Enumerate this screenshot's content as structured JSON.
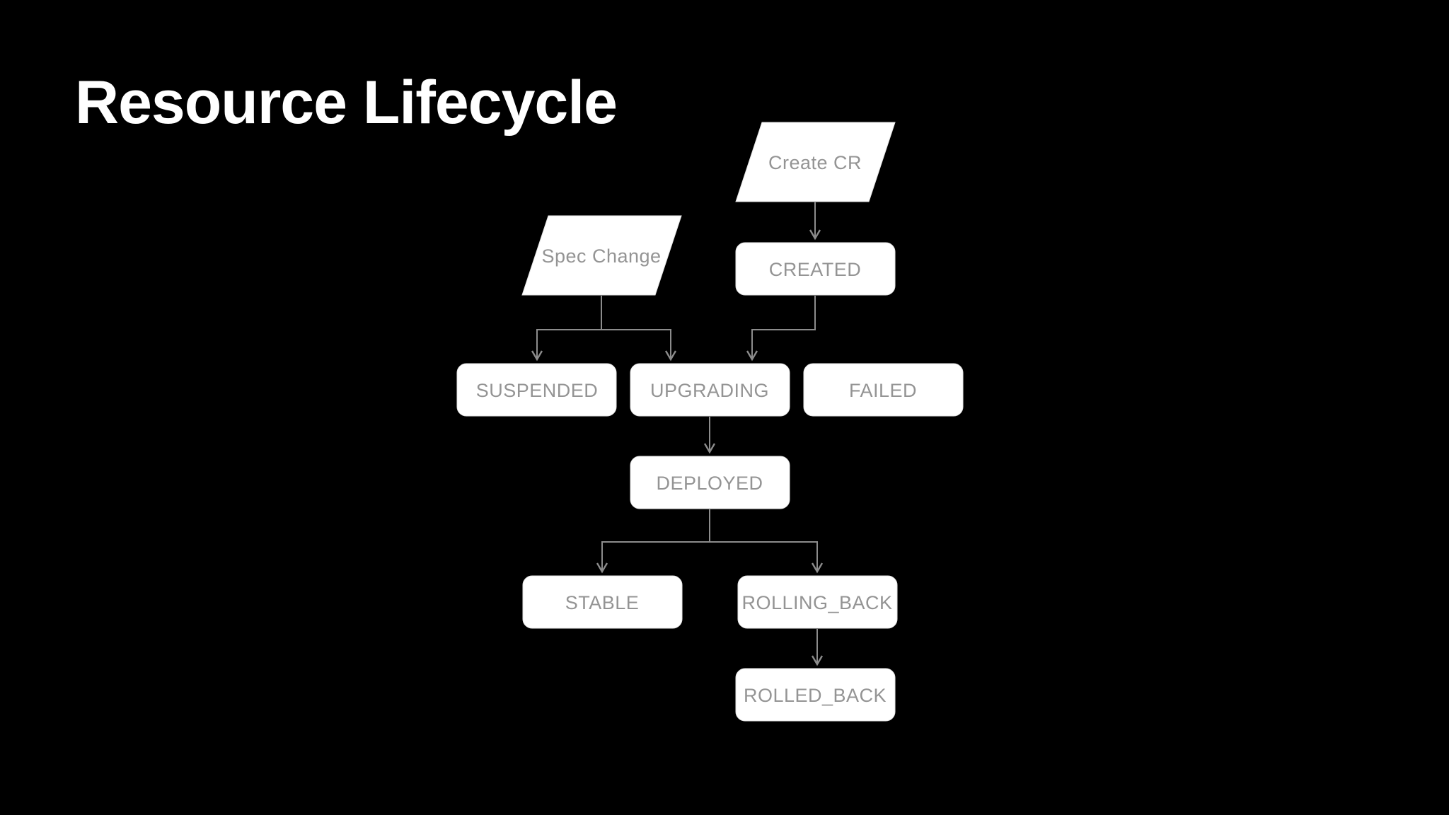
{
  "slide": {
    "title": "Resource Lifecycle",
    "background_color": "#000000",
    "title_color": "#ffffff"
  },
  "diagram": {
    "type": "flowchart",
    "colors": {
      "node_fill": "#ffffff",
      "node_text": "#949494",
      "edge": "#8c8c8c"
    },
    "nodes": {
      "create_cr": {
        "label": "Create CR",
        "shape": "parallelogram"
      },
      "spec_change": {
        "label": "Spec Change",
        "shape": "parallelogram"
      },
      "created": {
        "label": "CREATED",
        "shape": "rounded-rect"
      },
      "suspended": {
        "label": "SUSPENDED",
        "shape": "rounded-rect"
      },
      "upgrading": {
        "label": "UPGRADING",
        "shape": "rounded-rect"
      },
      "failed": {
        "label": "FAILED",
        "shape": "rounded-rect"
      },
      "deployed": {
        "label": "DEPLOYED",
        "shape": "rounded-rect"
      },
      "stable": {
        "label": "STABLE",
        "shape": "rounded-rect"
      },
      "rolling_back": {
        "label": "ROLLING_BACK",
        "shape": "rounded-rect"
      },
      "rolled_back": {
        "label": "ROLLED_BACK",
        "shape": "rounded-rect"
      }
    },
    "edges": [
      {
        "from": "Create CR",
        "to": "CREATED"
      },
      {
        "from": "Spec Change",
        "to": "SUSPENDED"
      },
      {
        "from": "Spec Change",
        "to": "UPGRADING"
      },
      {
        "from": "CREATED",
        "to": "UPGRADING"
      },
      {
        "from": "UPGRADING",
        "to": "DEPLOYED"
      },
      {
        "from": "DEPLOYED",
        "to": "STABLE"
      },
      {
        "from": "DEPLOYED",
        "to": "ROLLING_BACK"
      },
      {
        "from": "ROLLING_BACK",
        "to": "ROLLED_BACK"
      }
    ]
  }
}
